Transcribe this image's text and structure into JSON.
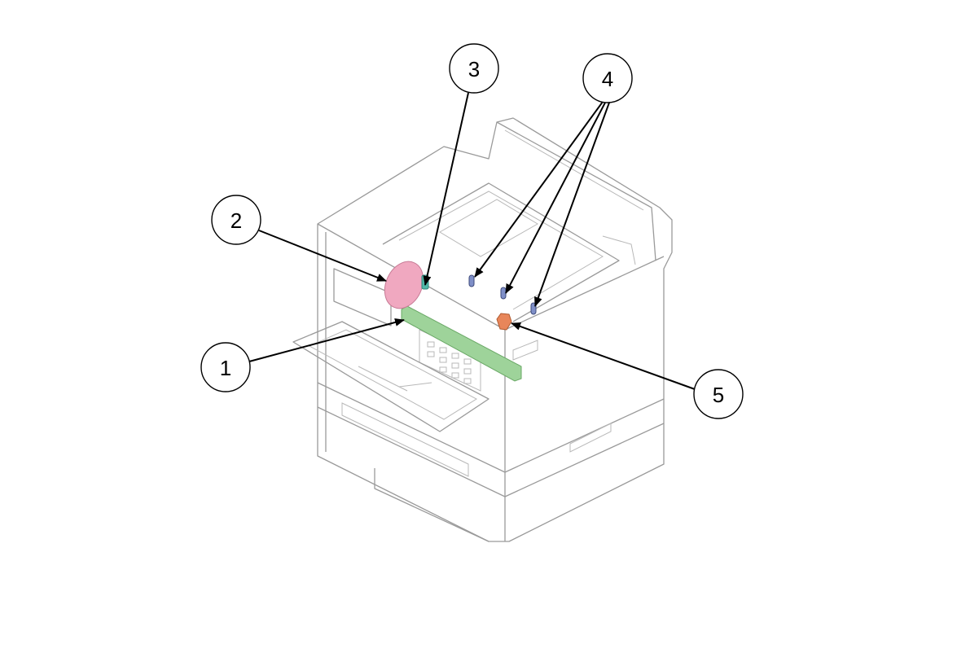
{
  "callouts": [
    {
      "label": "1",
      "part": "green-bar"
    },
    {
      "label": "2",
      "part": "pink-gear"
    },
    {
      "label": "3",
      "part": "teal-part"
    },
    {
      "label": "4",
      "part": "blue-rollers"
    },
    {
      "label": "5",
      "part": "orange-part"
    }
  ],
  "colors": {
    "gear": "#f0a8c0",
    "bar": "#9ed39a",
    "teal": "#4fb8a8",
    "rollers": "#7f8fc8",
    "orange": "#e8865a"
  }
}
